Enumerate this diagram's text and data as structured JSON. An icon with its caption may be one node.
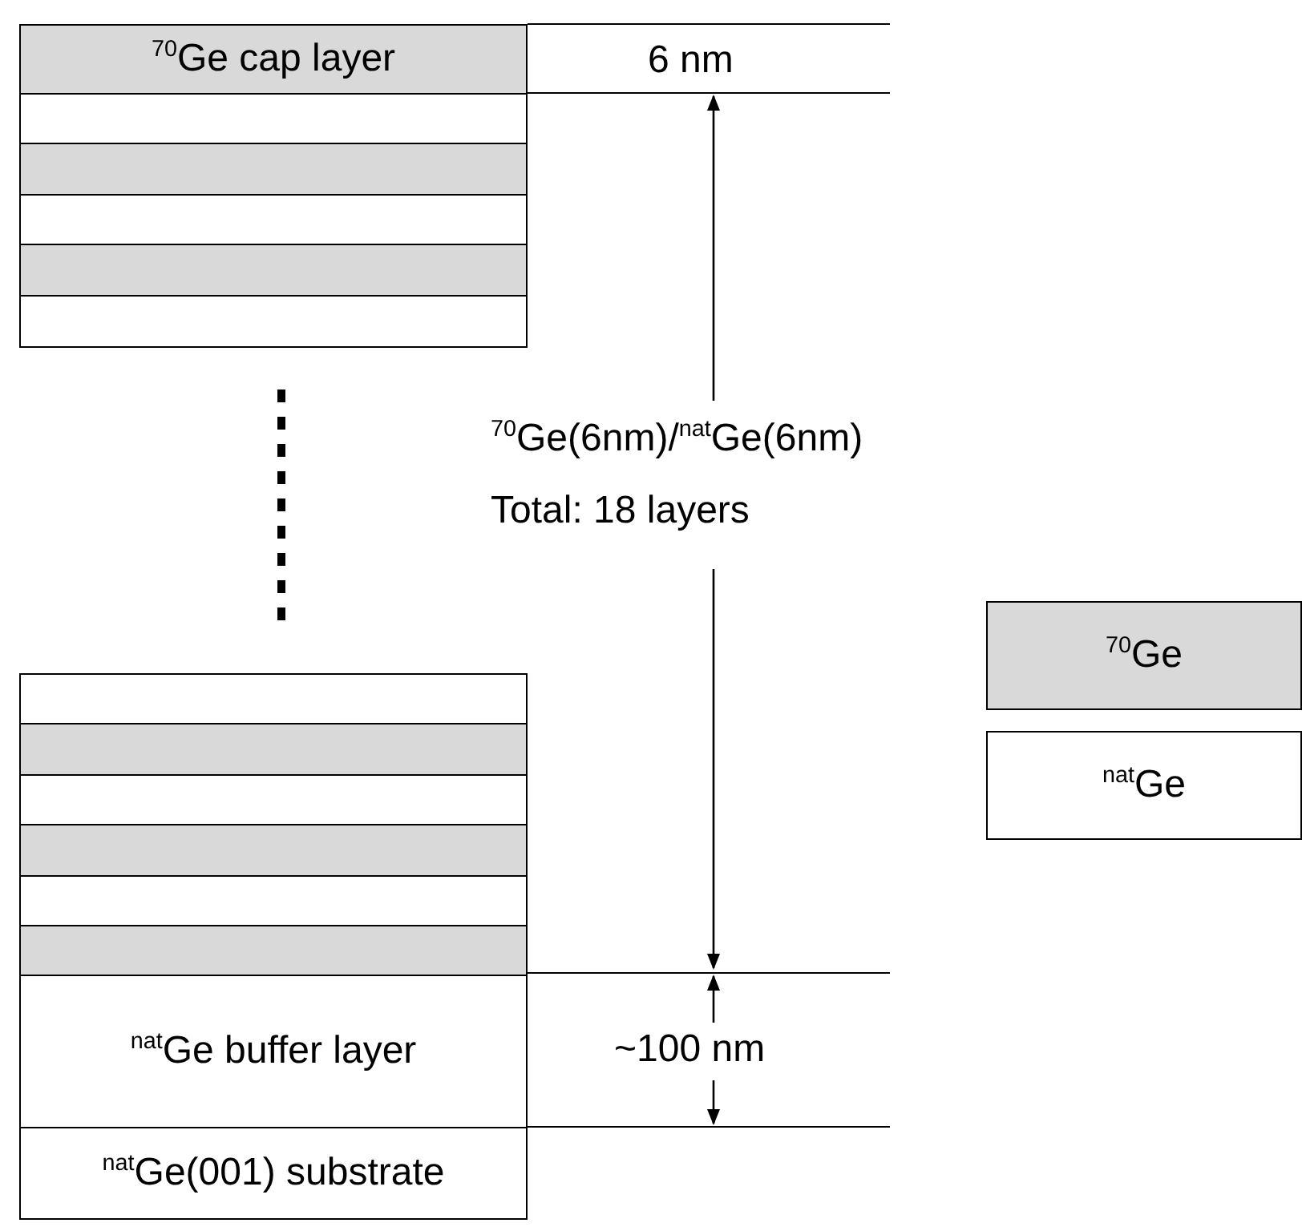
{
  "diagram": {
    "nodes": [
      {
        "text": [
          "$^{70}$Ge cap layer"
        ]
      },
      {
        "text": [],
        "shape": "box"
      },
      {
        "text": [],
        "shape": "box"
      },
      {
        "text": [],
        "shape": "box"
      },
      {
        "text": [],
        "shape": "box"
      },
      {
        "text": [],
        "shape": "box"
      },
      {
        "text": [],
        "shape": "box"
      },
      {
        "text": [],
        "shape": "box"
      },
      {
        "text": [],
        "shape": "box"
      },
      {
        "text": [],
        "shape": "box"
      },
      {
        "text": [],
        "shape": "box"
      },
      {
        "text": [],
        "shape": "box"
      },
      {
        "text": [
          "$^{nat}$Ge buffer layer"
        ]
      },
      {
        "text": [
          "$^{nat}$Ge(001) substrate"
        ]
      }
    ],
    "edges": [],
    "labels": [
      "6 nm",
      "$^{70}$Ge(6nm)/$^{nat}$Ge(6nm)",
      "Total: 18 layers",
      "~100 nm"
    ],
    "legend": [
      {
        "text": "$^{70}$Ge",
        "color": "#d9d9d9"
      },
      {
        "text": "$^{nat}$Ge",
        "color": "#ffffff"
      }
    ]
  }
}
